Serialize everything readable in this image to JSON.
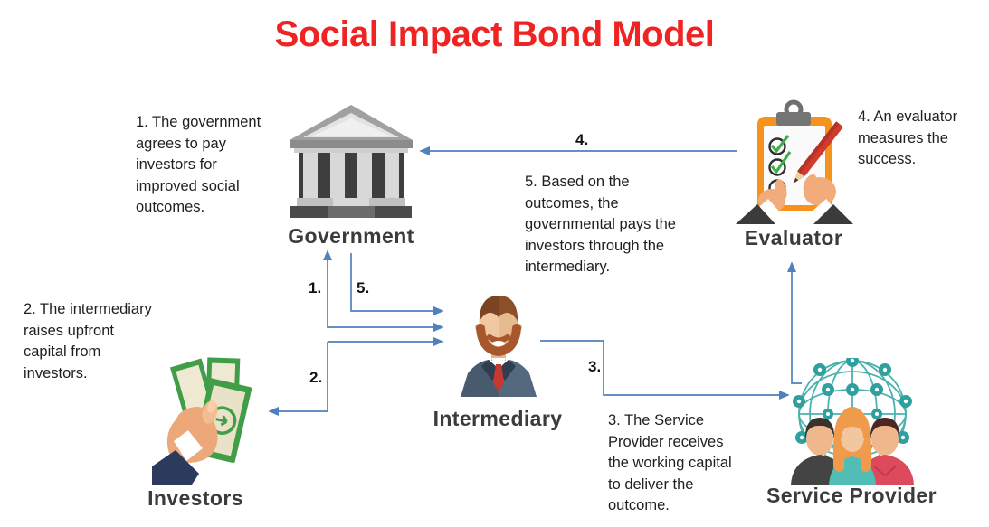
{
  "title": {
    "text": "Social Impact Bond Model",
    "color": "#f02323"
  },
  "entities": {
    "government": "Government",
    "evaluator": "Evaluator",
    "investors": "Investors",
    "intermediary": "Intermediary",
    "service_provider": "Service Provider"
  },
  "steps": {
    "s1": {
      "lines": [
        "1. The government",
        "agrees to pay",
        "investors for",
        "improved social",
        "outcomes."
      ]
    },
    "s2": {
      "lines": [
        "2. The intermediary",
        "raises upfront",
        "capital from",
        "investors."
      ]
    },
    "s3": {
      "lines": [
        "3. The Service",
        "Provider receives",
        "the working capital",
        "to deliver the",
        "outcome."
      ]
    },
    "s4": {
      "lines": [
        "4. An evaluator",
        "measures the",
        "success."
      ]
    },
    "s5": {
      "lines": [
        "5. Based on the",
        "outcomes, the",
        "governmental pays the",
        "investors through the",
        "intermediary."
      ]
    }
  },
  "arrow_labels": {
    "l1": "1.",
    "l2": "2.",
    "l3": "3.",
    "l4": "4.",
    "l5": "5."
  },
  "icons": {
    "government": "bank-building-icon",
    "evaluator": "clipboard-checklist-icon",
    "investors": "hand-holding-money-icon",
    "intermediary": "businessman-icon",
    "service_provider": "people-network-globe-icon"
  },
  "colors": {
    "arrow": "#4e81bd",
    "title": "#f02323",
    "entity_label": "#3b3b3b",
    "body_text": "#1f1f1f",
    "step_number": "#111111"
  }
}
